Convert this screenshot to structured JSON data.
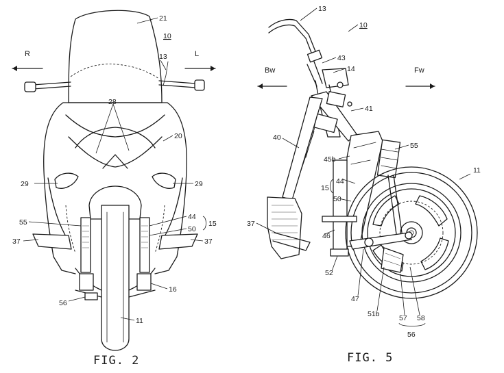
{
  "fig2": {
    "caption": "FIG. 2",
    "dir_right": "R",
    "dir_left": "L",
    "labels": {
      "n21": "21",
      "n10": "10",
      "n13": "13",
      "n28": "28",
      "n20": "20",
      "n29a": "29",
      "n29b": "29",
      "n44": "44",
      "n55": "55",
      "n50": "50",
      "n15": "15",
      "n37a": "37",
      "n37b": "37",
      "n16": "16",
      "n56": "56",
      "n11": "11"
    }
  },
  "fig5": {
    "caption": "FIG. 5",
    "dir_back": "Bw",
    "dir_forward": "Fw",
    "labels": {
      "n13": "13",
      "n10": "10",
      "n43": "43",
      "n14": "14",
      "n41": "41",
      "n40": "40",
      "n55": "55",
      "n45b": "45b",
      "n11": "11",
      "n44": "44",
      "n15": "15",
      "n50": "50",
      "n37": "37",
      "n46": "46",
      "n52": "52",
      "n47": "47",
      "n51b": "51b",
      "n57": "57",
      "n58": "58",
      "n56": "56"
    }
  }
}
